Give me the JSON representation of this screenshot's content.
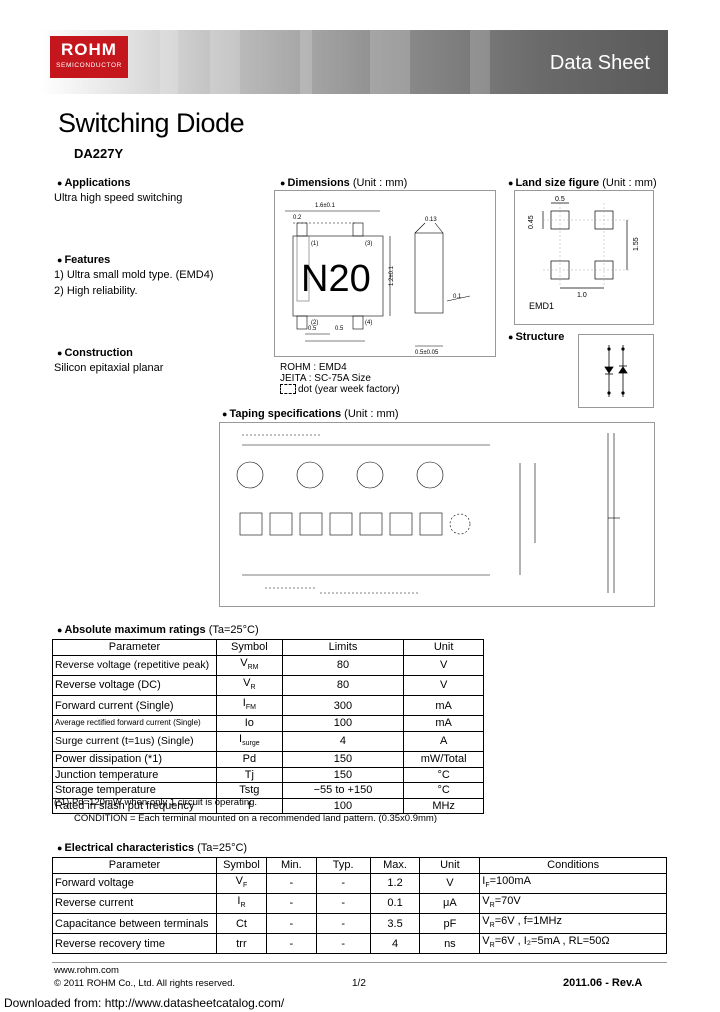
{
  "header": {
    "logo_brand": "ROHM",
    "logo_sub": "SEMICONDUCTOR",
    "doc_type": "Data Sheet",
    "title": "Switching Diode",
    "part_number": "DA227Y"
  },
  "applications": {
    "heading": "Applications",
    "text": "Ultra high speed switching"
  },
  "features": {
    "heading": "Features",
    "items": [
      "1) Ultra small mold type. (EMD4)",
      "2) High reliability."
    ]
  },
  "construction": {
    "heading": "Construction",
    "text": "Silicon epitaxial planar"
  },
  "dimensions": {
    "heading": "Dimensions",
    "unit": "(Unit : mm)",
    "marking": "N20",
    "pins": [
      "(1)",
      "(2)",
      "(3)",
      "(4)"
    ],
    "dims": [
      "1.6±0.1",
      "1.2±0.1",
      "0.5",
      "0.5",
      "0.2",
      "0.13",
      "0.1",
      "0.5±0.05"
    ],
    "note_rohm": "ROHM : EMD4",
    "note_jeita": "JEITA : SC-75A  Size",
    "note_dot": "dot (year week factory)"
  },
  "land_size": {
    "heading": "Land size figure",
    "unit": "(Unit : mm)",
    "dims": [
      "0.5",
      "0.45",
      "1.55",
      "1.0"
    ],
    "package": "EMD1"
  },
  "structure": {
    "heading": "Structure"
  },
  "taping": {
    "heading": "Taping specifications",
    "unit": "(Unit : mm)"
  },
  "abs_max": {
    "heading": "Absolute maximum ratings",
    "condition": "(Ta=25°C)",
    "columns": [
      "Parameter",
      "Symbol",
      "Limits",
      "Unit"
    ],
    "rows": [
      {
        "param": "Reverse voltage (repetitive peak)",
        "sym": "V",
        "sub": "RM",
        "limit": "80",
        "unit": "V"
      },
      {
        "param": "Reverse voltage (DC)",
        "sym": "V",
        "sub": "R",
        "limit": "80",
        "unit": "V"
      },
      {
        "param": "Forward current (Single)",
        "sym": "I",
        "sub": "FM",
        "limit": "300",
        "unit": "mA"
      },
      {
        "param": "Average rectified forward current (Single)",
        "sym": "Io",
        "sub": "",
        "limit": "100",
        "unit": "mA"
      },
      {
        "param": "Surge current  (t=1us) (Single)",
        "sym": "I",
        "sub": "surge",
        "limit": "4",
        "unit": "A"
      },
      {
        "param": "Power dissipation (*1)",
        "sym": "Pd",
        "sub": "",
        "limit": "150",
        "unit": "mW/Total"
      },
      {
        "param": "Junction temperature",
        "sym": "Tj",
        "sub": "",
        "limit": "150",
        "unit": "°C"
      },
      {
        "param": "Storage temperature",
        "sym": "Tstg",
        "sub": "",
        "limit": "−55 to +150",
        "unit": "°C"
      },
      {
        "param": "Rated in slash put frequency",
        "sym": "f",
        "sub": "",
        "limit": "100",
        "unit": "MHz"
      }
    ],
    "footnote1": "(*1) Pd=120mW when only 1 circuit is operating.",
    "footnote2": "CONDITION = Each terminal mounted on a recommended land pattern. (0.35x0.9mm)"
  },
  "electrical": {
    "heading": "Electrical characteristics",
    "condition": "(Ta=25°C)",
    "columns": [
      "Parameter",
      "Symbol",
      "Min.",
      "Typ.",
      "Max.",
      "Unit",
      "Conditions"
    ],
    "rows": [
      {
        "param": "Forward voltage",
        "sym": "V",
        "sub": "F",
        "min": "-",
        "typ": "-",
        "max": "1.2",
        "unit": "V",
        "cond": "I",
        "cond_sub": "F",
        "cond_rest": "=100mA"
      },
      {
        "param": "Reverse current",
        "sym": "I",
        "sub": "R",
        "min": "-",
        "typ": "-",
        "max": "0.1",
        "unit": "μA",
        "cond": "V",
        "cond_sub": "R",
        "cond_rest": "=70V"
      },
      {
        "param": "Capacitance between terminals",
        "sym": "Ct",
        "sub": "",
        "min": "-",
        "typ": "-",
        "max": "3.5",
        "unit": "pF",
        "cond": "V",
        "cond_sub": "R",
        "cond_rest": "=6V , f=1MHz"
      },
      {
        "param": "Reverse recovery time",
        "sym": "trr",
        "sub": "",
        "min": "-",
        "typ": "-",
        "max": "4",
        "unit": "ns",
        "cond": "V",
        "cond_sub": "R",
        "cond_rest": "=6V , I₂=5mA , RL=50Ω"
      }
    ]
  },
  "footer": {
    "url": "www.rohm.com",
    "copyright": "© 2011  ROHM Co., Ltd. All rights reserved.",
    "page": "1/2",
    "date": "2011.06 -  Rev.A",
    "source": "Downloaded from: http://www.datasheetcatalog.com/"
  }
}
